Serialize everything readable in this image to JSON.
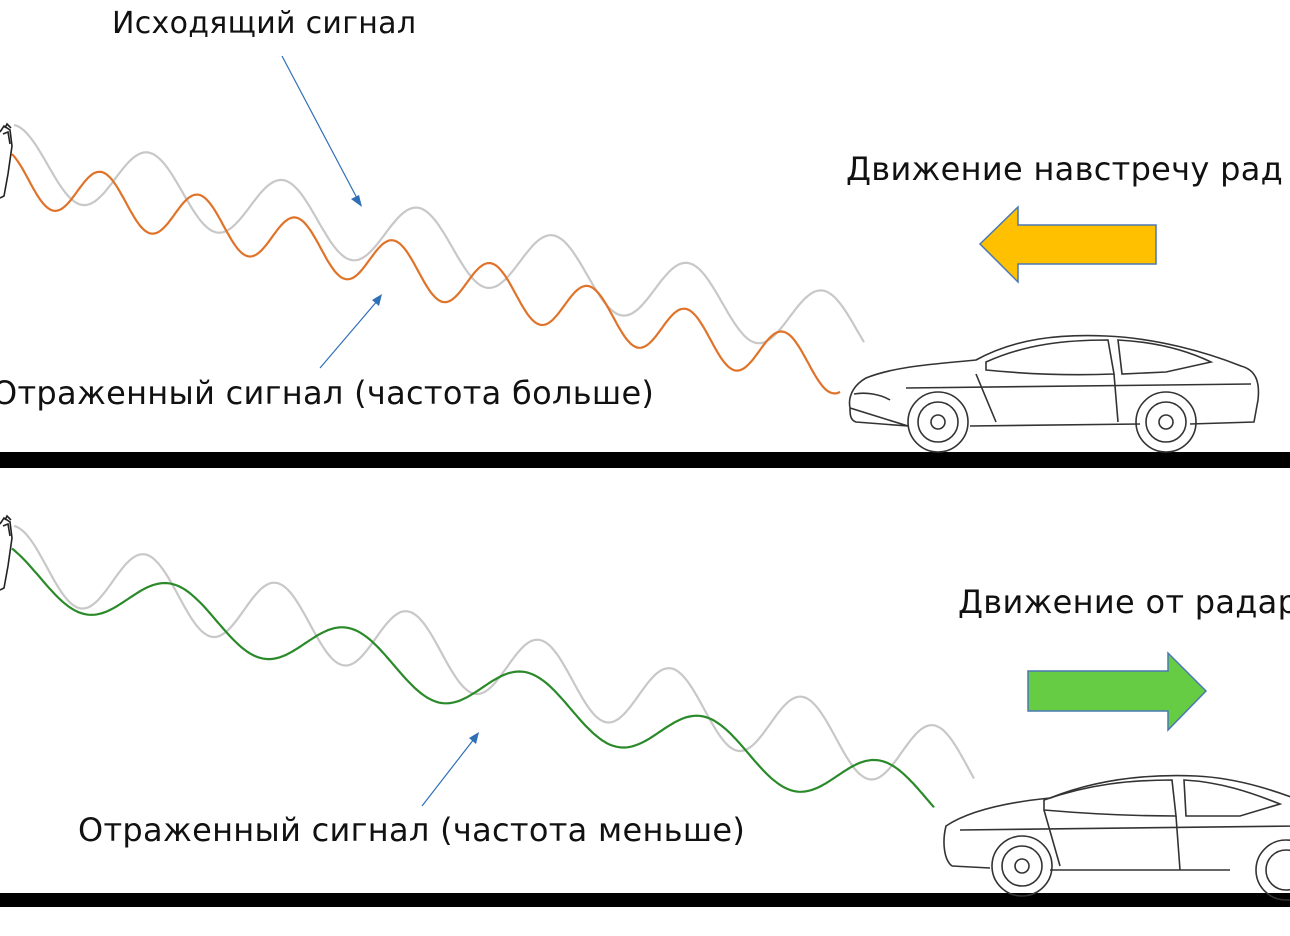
{
  "colors": {
    "outgoing_wave": "#c8c8c8",
    "reflected_higher": "#e0732a",
    "reflected_lower": "#2a8a2a",
    "pointer": "#2f6fb8",
    "arrow_toward": "#ffc000",
    "arrow_toward_border": "#4a78b4",
    "arrow_away": "#66cc44",
    "arrow_away_border": "#4a78b4",
    "road": "#000000",
    "car_outline": "#333333"
  },
  "icons": {
    "radar_top": "radar-gun-icon",
    "radar_bottom": "radar-gun-icon",
    "car_top": "car-icon",
    "car_bottom": "car-icon",
    "arrow_left": "arrow-left-icon",
    "arrow_right": "arrow-right-icon"
  },
  "top_panel": {
    "outgoing_label": "Исходящий сигнал",
    "motion_label": "Движение навстречу рад",
    "reflected_label": "Отраженный сигнал (частота больше)"
  },
  "bottom_panel": {
    "motion_label": "Движение от радар",
    "reflected_label": "Отраженный сигнал (частота меньше)"
  }
}
